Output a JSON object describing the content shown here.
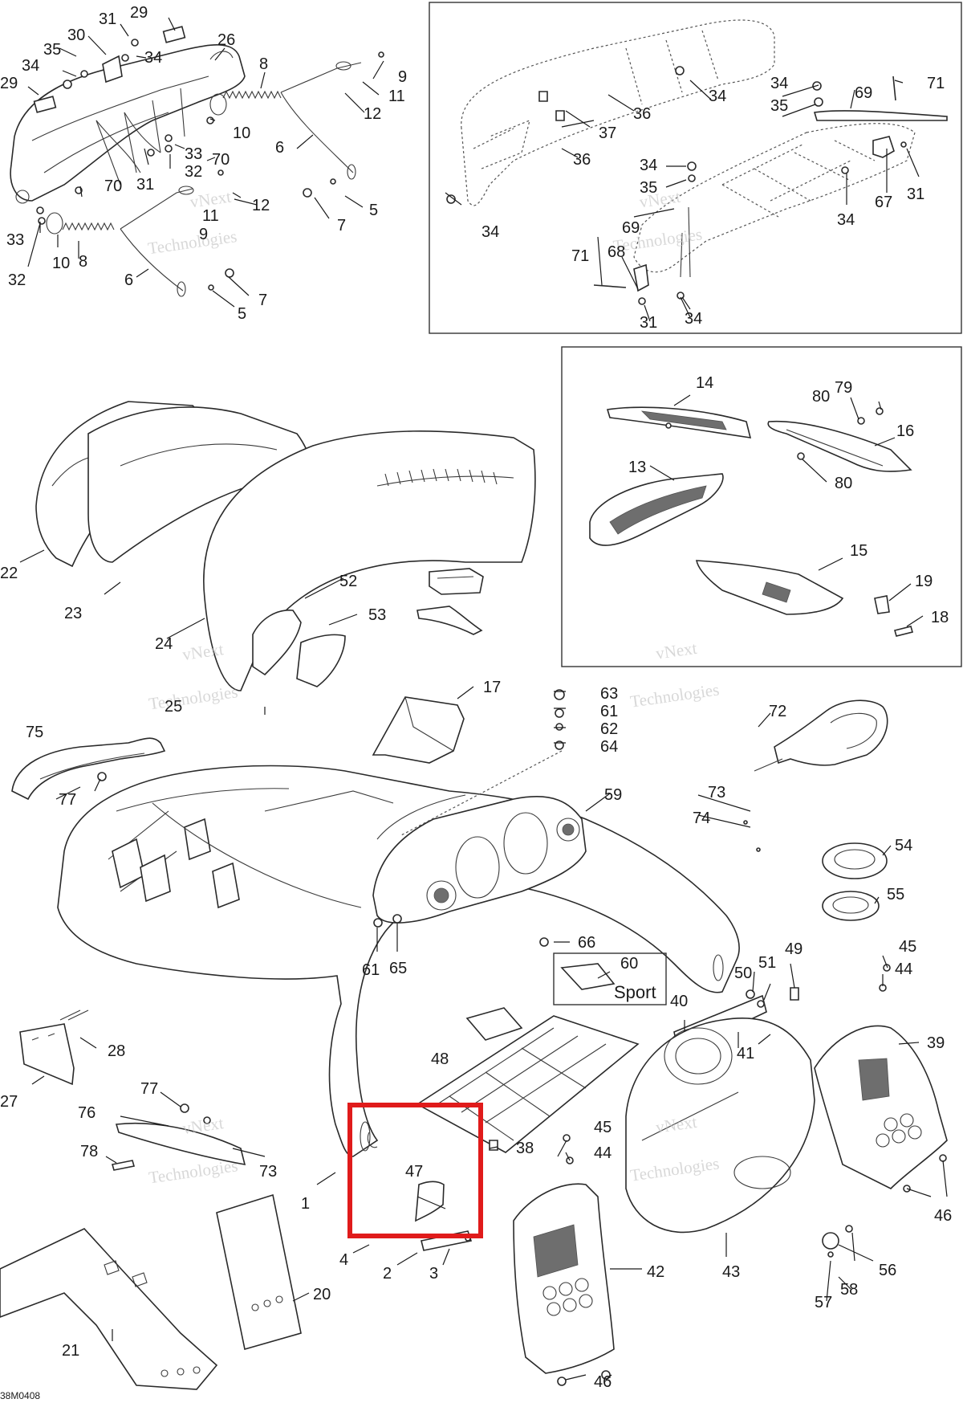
{
  "drawing_code": "38M0408",
  "emblem_text": "Sport",
  "watermark_lines": [
    "vNext",
    "Technologies"
  ],
  "highlight_color": "#e01b1b",
  "callouts": [
    {
      "id": "c0",
      "text": "31"
    },
    {
      "id": "c1",
      "text": "29"
    },
    {
      "id": "c2",
      "text": "30"
    },
    {
      "id": "c3",
      "text": "35"
    },
    {
      "id": "c4",
      "text": "34"
    },
    {
      "id": "c5",
      "text": "34"
    },
    {
      "id": "c6",
      "text": "26"
    },
    {
      "id": "c7",
      "text": "8"
    },
    {
      "id": "c8",
      "text": "29"
    },
    {
      "id": "c9",
      "text": "9"
    },
    {
      "id": "c10",
      "text": "11"
    },
    {
      "id": "c11",
      "text": "12"
    },
    {
      "id": "c12",
      "text": "10"
    },
    {
      "id": "c13",
      "text": "70"
    },
    {
      "id": "c14",
      "text": "33"
    },
    {
      "id": "c15",
      "text": "32"
    },
    {
      "id": "c16",
      "text": "6"
    },
    {
      "id": "c17",
      "text": "31"
    },
    {
      "id": "c18",
      "text": "70"
    },
    {
      "id": "c19",
      "text": "5"
    },
    {
      "id": "c20",
      "text": "11"
    },
    {
      "id": "c21",
      "text": "12"
    },
    {
      "id": "c22",
      "text": "9"
    },
    {
      "id": "c23",
      "text": "7"
    },
    {
      "id": "c24",
      "text": "33"
    },
    {
      "id": "c25",
      "text": "10"
    },
    {
      "id": "c26",
      "text": "8"
    },
    {
      "id": "c27",
      "text": "32"
    },
    {
      "id": "c28",
      "text": "6"
    },
    {
      "id": "c29",
      "text": "7"
    },
    {
      "id": "c30",
      "text": "5"
    },
    {
      "id": "c31",
      "text": "34"
    },
    {
      "id": "c32",
      "text": "36"
    },
    {
      "id": "c33",
      "text": "37"
    },
    {
      "id": "c34",
      "text": "36"
    },
    {
      "id": "c35",
      "text": "34"
    },
    {
      "id": "c36",
      "text": "34"
    },
    {
      "id": "c37",
      "text": "35"
    },
    {
      "id": "c38",
      "text": "69"
    },
    {
      "id": "c39",
      "text": "71"
    },
    {
      "id": "c40",
      "text": "34"
    },
    {
      "id": "c41",
      "text": "35"
    },
    {
      "id": "c42",
      "text": "69"
    },
    {
      "id": "c43",
      "text": "34"
    },
    {
      "id": "c44",
      "text": "67"
    },
    {
      "id": "c45",
      "text": "31"
    },
    {
      "id": "c46",
      "text": "71"
    },
    {
      "id": "c47",
      "text": "68"
    },
    {
      "id": "c48",
      "text": "31"
    },
    {
      "id": "c49",
      "text": "34"
    },
    {
      "id": "c50",
      "text": "14"
    },
    {
      "id": "c51",
      "text": "80"
    },
    {
      "id": "c52",
      "text": "79"
    },
    {
      "id": "c53",
      "text": "16"
    },
    {
      "id": "c54",
      "text": "80"
    },
    {
      "id": "c55",
      "text": "13"
    },
    {
      "id": "c56",
      "text": "15"
    },
    {
      "id": "c57",
      "text": "19"
    },
    {
      "id": "c58",
      "text": "18"
    },
    {
      "id": "c59",
      "text": "22"
    },
    {
      "id": "c60",
      "text": "23"
    },
    {
      "id": "c61",
      "text": "52"
    },
    {
      "id": "c62",
      "text": "53"
    },
    {
      "id": "c63",
      "text": "24"
    },
    {
      "id": "c64",
      "text": "25"
    },
    {
      "id": "c65",
      "text": "17"
    },
    {
      "id": "c66",
      "text": "63"
    },
    {
      "id": "c67",
      "text": "61"
    },
    {
      "id": "c68",
      "text": "62"
    },
    {
      "id": "c69",
      "text": "64"
    },
    {
      "id": "c70",
      "text": "72"
    },
    {
      "id": "c71",
      "text": "75"
    },
    {
      "id": "c72",
      "text": "77"
    },
    {
      "id": "c73",
      "text": "59"
    },
    {
      "id": "c74",
      "text": "73"
    },
    {
      "id": "c75",
      "text": "74"
    },
    {
      "id": "c76",
      "text": "54"
    },
    {
      "id": "c77",
      "text": "55"
    },
    {
      "id": "c78",
      "text": "61"
    },
    {
      "id": "c79",
      "text": "65"
    },
    {
      "id": "c80",
      "text": "66"
    },
    {
      "id": "c81",
      "text": "60"
    },
    {
      "id": "c82",
      "text": "49"
    },
    {
      "id": "c83",
      "text": "51"
    },
    {
      "id": "c84",
      "text": "50"
    },
    {
      "id": "c85",
      "text": "45"
    },
    {
      "id": "c86",
      "text": "44"
    },
    {
      "id": "c87",
      "text": "40"
    },
    {
      "id": "c88",
      "text": "28"
    },
    {
      "id": "c89",
      "text": "48"
    },
    {
      "id": "c90",
      "text": "41"
    },
    {
      "id": "c91",
      "text": "39"
    },
    {
      "id": "c92",
      "text": "27"
    },
    {
      "id": "c93",
      "text": "77"
    },
    {
      "id": "c94",
      "text": "76"
    },
    {
      "id": "c95",
      "text": "45"
    },
    {
      "id": "c96",
      "text": "38"
    },
    {
      "id": "c97",
      "text": "44"
    },
    {
      "id": "c98",
      "text": "78"
    },
    {
      "id": "c99",
      "text": "73"
    },
    {
      "id": "c100",
      "text": "47"
    },
    {
      "id": "c101",
      "text": "1"
    },
    {
      "id": "c102",
      "text": "46"
    },
    {
      "id": "c103",
      "text": "4"
    },
    {
      "id": "c104",
      "text": "2"
    },
    {
      "id": "c105",
      "text": "3"
    },
    {
      "id": "c106",
      "text": "42"
    },
    {
      "id": "c107",
      "text": "43"
    },
    {
      "id": "c108",
      "text": "56"
    },
    {
      "id": "c109",
      "text": "20"
    },
    {
      "id": "c110",
      "text": "58"
    },
    {
      "id": "c111",
      "text": "57"
    },
    {
      "id": "c112",
      "text": "21"
    },
    {
      "id": "c113",
      "text": "46"
    }
  ]
}
